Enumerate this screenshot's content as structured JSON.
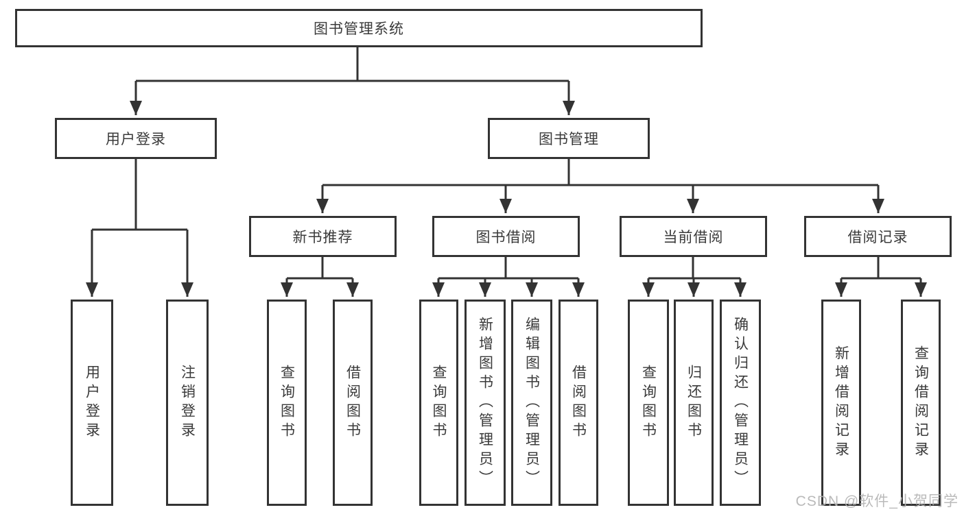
{
  "diagram": {
    "root": {
      "label": "图书管理系统",
      "children": [
        {
          "label": "用户登录",
          "children": [
            {
              "label": "用户登录"
            },
            {
              "label": "注销登录"
            }
          ]
        },
        {
          "label": "图书管理",
          "children": [
            {
              "label": "新书推荐",
              "children": [
                {
                  "label": "查询图书"
                },
                {
                  "label": "借阅图书"
                }
              ]
            },
            {
              "label": "图书借阅",
              "children": [
                {
                  "label": "查询图书"
                },
                {
                  "label": "新增图书（管理员）"
                },
                {
                  "label": "编辑图书（管理员）"
                },
                {
                  "label": "借阅图书"
                }
              ]
            },
            {
              "label": "当前借阅",
              "children": [
                {
                  "label": "查询图书"
                },
                {
                  "label": "归还图书"
                },
                {
                  "label": "确认归还（管理员）"
                }
              ]
            },
            {
              "label": "借阅记录",
              "children": [
                {
                  "label": "新增借阅记录"
                },
                {
                  "label": "查询借阅记录"
                }
              ]
            }
          ]
        }
      ]
    }
  },
  "colors": {
    "line": "#333333",
    "border": "#333333",
    "text": "#3a3a3a",
    "background": "#ffffff",
    "watermark": "#b2b2b2"
  },
  "watermark": {
    "text": "CSDN @软件_小贺同学"
  }
}
